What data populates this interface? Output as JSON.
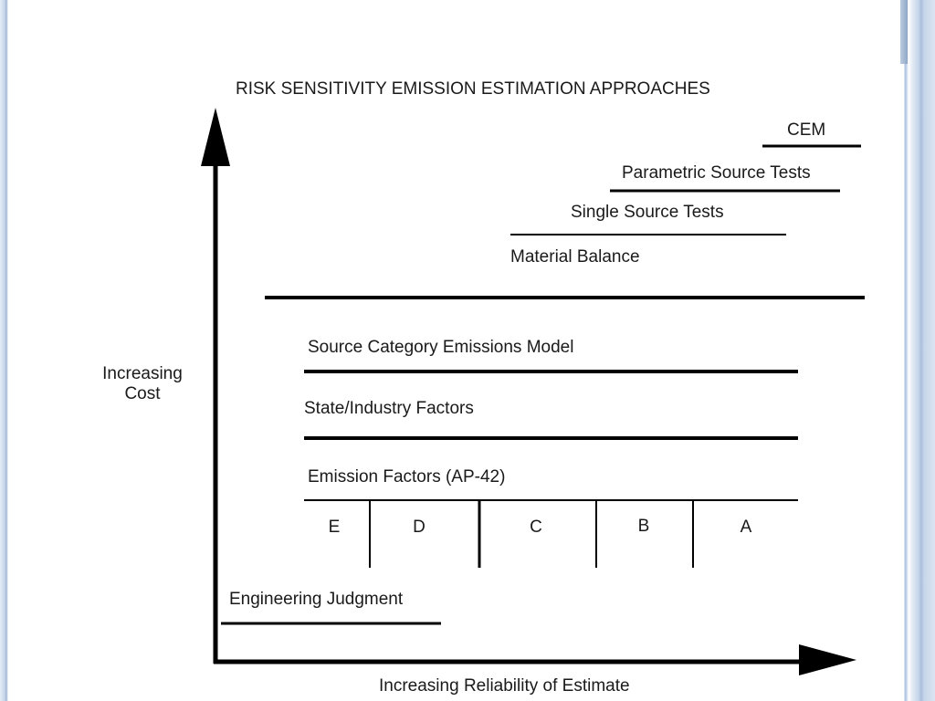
{
  "diagram": {
    "title": "RISK SENSITIVITY EMISSION ESTIMATION APPROACHES",
    "y_axis_label_line1": "Increasing",
    "y_axis_label_line2": "Cost",
    "x_axis_label": "Increasing Reliability of Estimate",
    "upper_methods": {
      "cem": "CEM",
      "parametric": "Parametric Source Tests",
      "single": "Single Source Tests",
      "material": "Material Balance"
    },
    "lower_methods": {
      "source_category": "Source Category Emissions Model",
      "state_industry": "State/Industry Factors",
      "emission_factors": "Emission Factors (AP-42)",
      "engineering": "Engineering Judgment"
    },
    "ratings": [
      "E",
      "D",
      "C",
      "B",
      "A"
    ]
  }
}
